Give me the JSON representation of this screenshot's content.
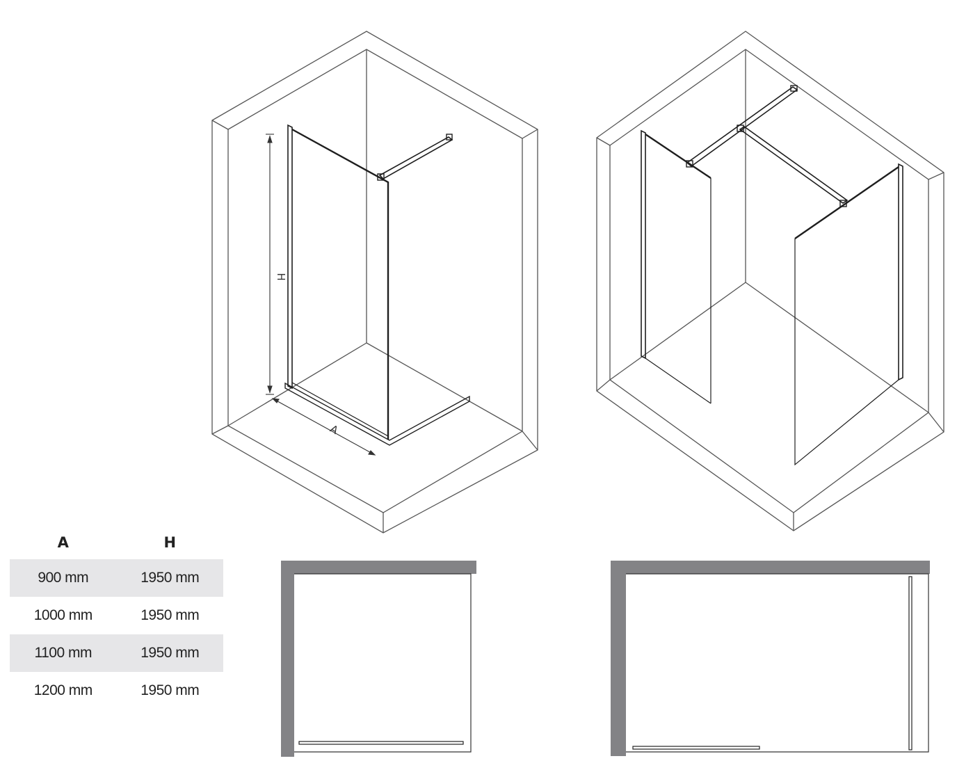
{
  "diagram": {
    "dimension_labels": {
      "height": "H",
      "width": "A"
    }
  },
  "table": {
    "headers": [
      "A",
      "H"
    ],
    "rows": [
      [
        "900 mm",
        "1950 mm"
      ],
      [
        "1000 mm",
        "1950 mm"
      ],
      [
        "1100 mm",
        "1950 mm"
      ],
      [
        "1200 mm",
        "1950 mm"
      ]
    ]
  },
  "colors": {
    "wall_gray": "#838386",
    "row_shade": "#e6e6e8",
    "line": "#3a3a3a"
  }
}
